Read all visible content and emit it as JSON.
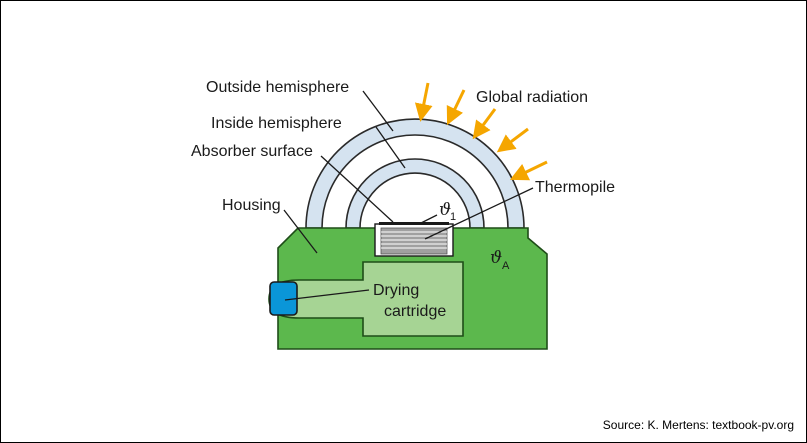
{
  "labels": {
    "outside_hemisphere": "Outside hemisphere",
    "inside_hemisphere": "Inside hemisphere",
    "absorber_surface": "Absorber surface",
    "housing": "Housing",
    "global_radiation": "Global radiation",
    "thermopile": "Thermopile",
    "drying_line1": "Drying",
    "drying_line2": "cartridge",
    "theta_1_symbol": "ϑ",
    "theta_1_sub": "1",
    "theta_a_symbol": "ϑ",
    "theta_a_sub": "A"
  },
  "source": "Source: K. Mertens: textbook-pv.org",
  "colors": {
    "housing_green": "#5cb84d",
    "housing_outline": "#1e4d18",
    "cartridge_green": "#a6d494",
    "desiccant_blue": "#0a96d8",
    "dome_fill": "#d5e3f0",
    "dome_outline": "#2a2a2a",
    "arrow_orange": "#f5a600",
    "thermopile_gray": "#a0a0a0"
  },
  "icons": {
    "radiation_arrows": "arrow-down-left"
  }
}
